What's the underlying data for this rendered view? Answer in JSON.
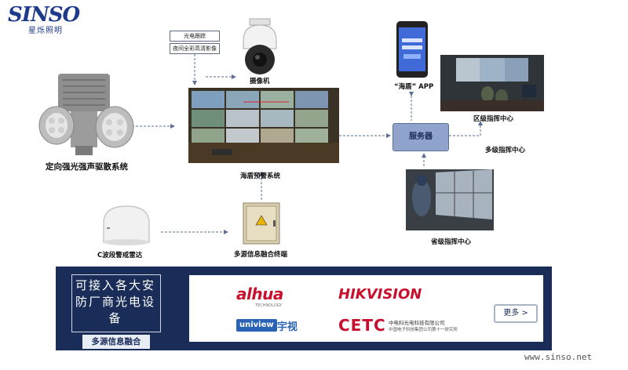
{
  "logo": {
    "brand_en": "SINSO",
    "brand_cn": "星烁照明"
  },
  "nodes": {
    "device": {
      "label": "定向强光强声驱散系统"
    },
    "camera": {
      "label": "摄像机"
    },
    "feature_boxes": [
      "光电跟踪",
      "夜间全彩高清影像"
    ],
    "haidun_system": {
      "label": "海盾预警系统"
    },
    "app": {
      "label": "“海盾” APP"
    },
    "server": {
      "label": "服务器"
    },
    "district_center": {
      "label": "区级指挥中心"
    },
    "multilevel": {
      "label": "多级指挥中心"
    },
    "provincial_center": {
      "label": "省级指挥中心"
    },
    "radar": {
      "label": "C波段警戒雷达"
    },
    "terminal": {
      "label": "多源信息融合终端"
    }
  },
  "banner": {
    "headline": "可接入各大安防厂商光电设备",
    "tag": "多源信息融合",
    "brands": {
      "dahua": "alhua",
      "dahua_sub": "TECHNOLOGY",
      "hikvision": "HIKVISION",
      "uniview": "uniview",
      "uniview_cn": "宇视",
      "cetc": "CETC",
      "cetc_cn1": "中电科光电科技有限公司",
      "cetc_cn2": "中国电子科技集团公司第十一研究所"
    },
    "more_button": "更多 >"
  },
  "watermark": "www.sinso.net",
  "colors": {
    "banner_bg": "#1a2d59",
    "arrow": "#5b6f96",
    "server": "#8fa3cc",
    "logo": "#1e3a8a"
  }
}
